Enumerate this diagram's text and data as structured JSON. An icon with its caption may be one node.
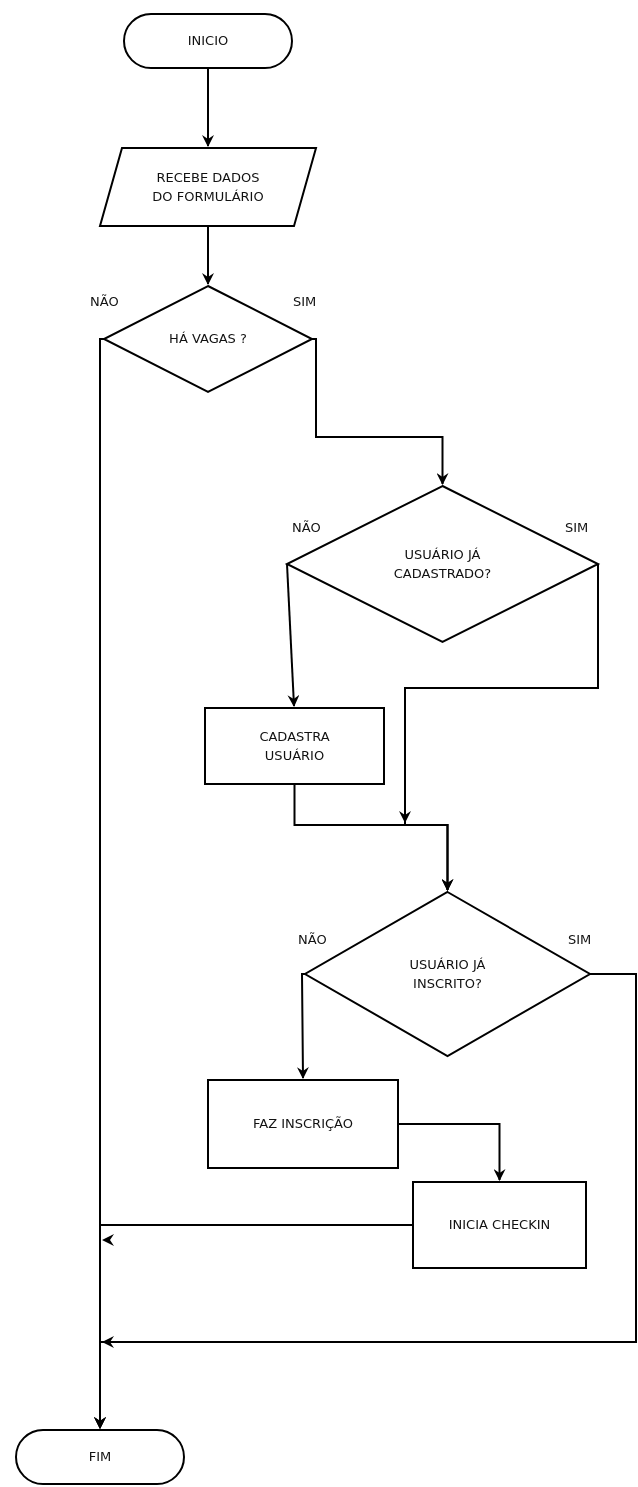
{
  "diagram": {
    "nodes": [
      {
        "text": [
          "INICIO"
        ]
      },
      {
        "text": [
          "RECEBE DADOS DO FORMULÁRIO"
        ]
      },
      {
        "text": [
          "HÁ VAGAS ?"
        ]
      },
      {
        "text": [
          "USUÁRIO JÁ CADASTRADO?"
        ]
      },
      {
        "text": [
          "CADASTRA USUÁRIO"
        ]
      },
      {
        "text": [
          "USUÁRIO JÁ INSCRITO?"
        ]
      },
      {
        "text": [
          "FAZ INSCRIÇÃO"
        ]
      },
      {
        "text": [
          "INICIA CHECKIN"
        ]
      },
      {
        "text": [
          "FIM"
        ]
      }
    ],
    "edges": [
      {
        "from": 0,
        "to": 1,
        "arrow": "to"
      },
      {
        "from": 1,
        "to": 2,
        "arrow": "to"
      },
      {
        "from": 2,
        "to": 8,
        "arrow": "to",
        "label": "NÃO"
      },
      {
        "from": 2,
        "to": 3,
        "arrow": "to",
        "label": "SIM"
      },
      {
        "from": 3,
        "to": 4,
        "arrow": "to",
        "label": "NÃO"
      },
      {
        "from": 3,
        "to": 5,
        "arrow": "to",
        "label": "SIM"
      },
      {
        "from": 4,
        "to": 5,
        "arrow": "to"
      },
      {
        "from": 5,
        "to": 6,
        "arrow": "to",
        "label": "NÃO"
      },
      {
        "from": 5,
        "to": 8,
        "arrow": "to",
        "label": "SIM"
      },
      {
        "from": 6,
        "to": 7,
        "arrow": "to"
      },
      {
        "from": 7,
        "to": 8,
        "arrow": "to"
      }
    ]
  }
}
